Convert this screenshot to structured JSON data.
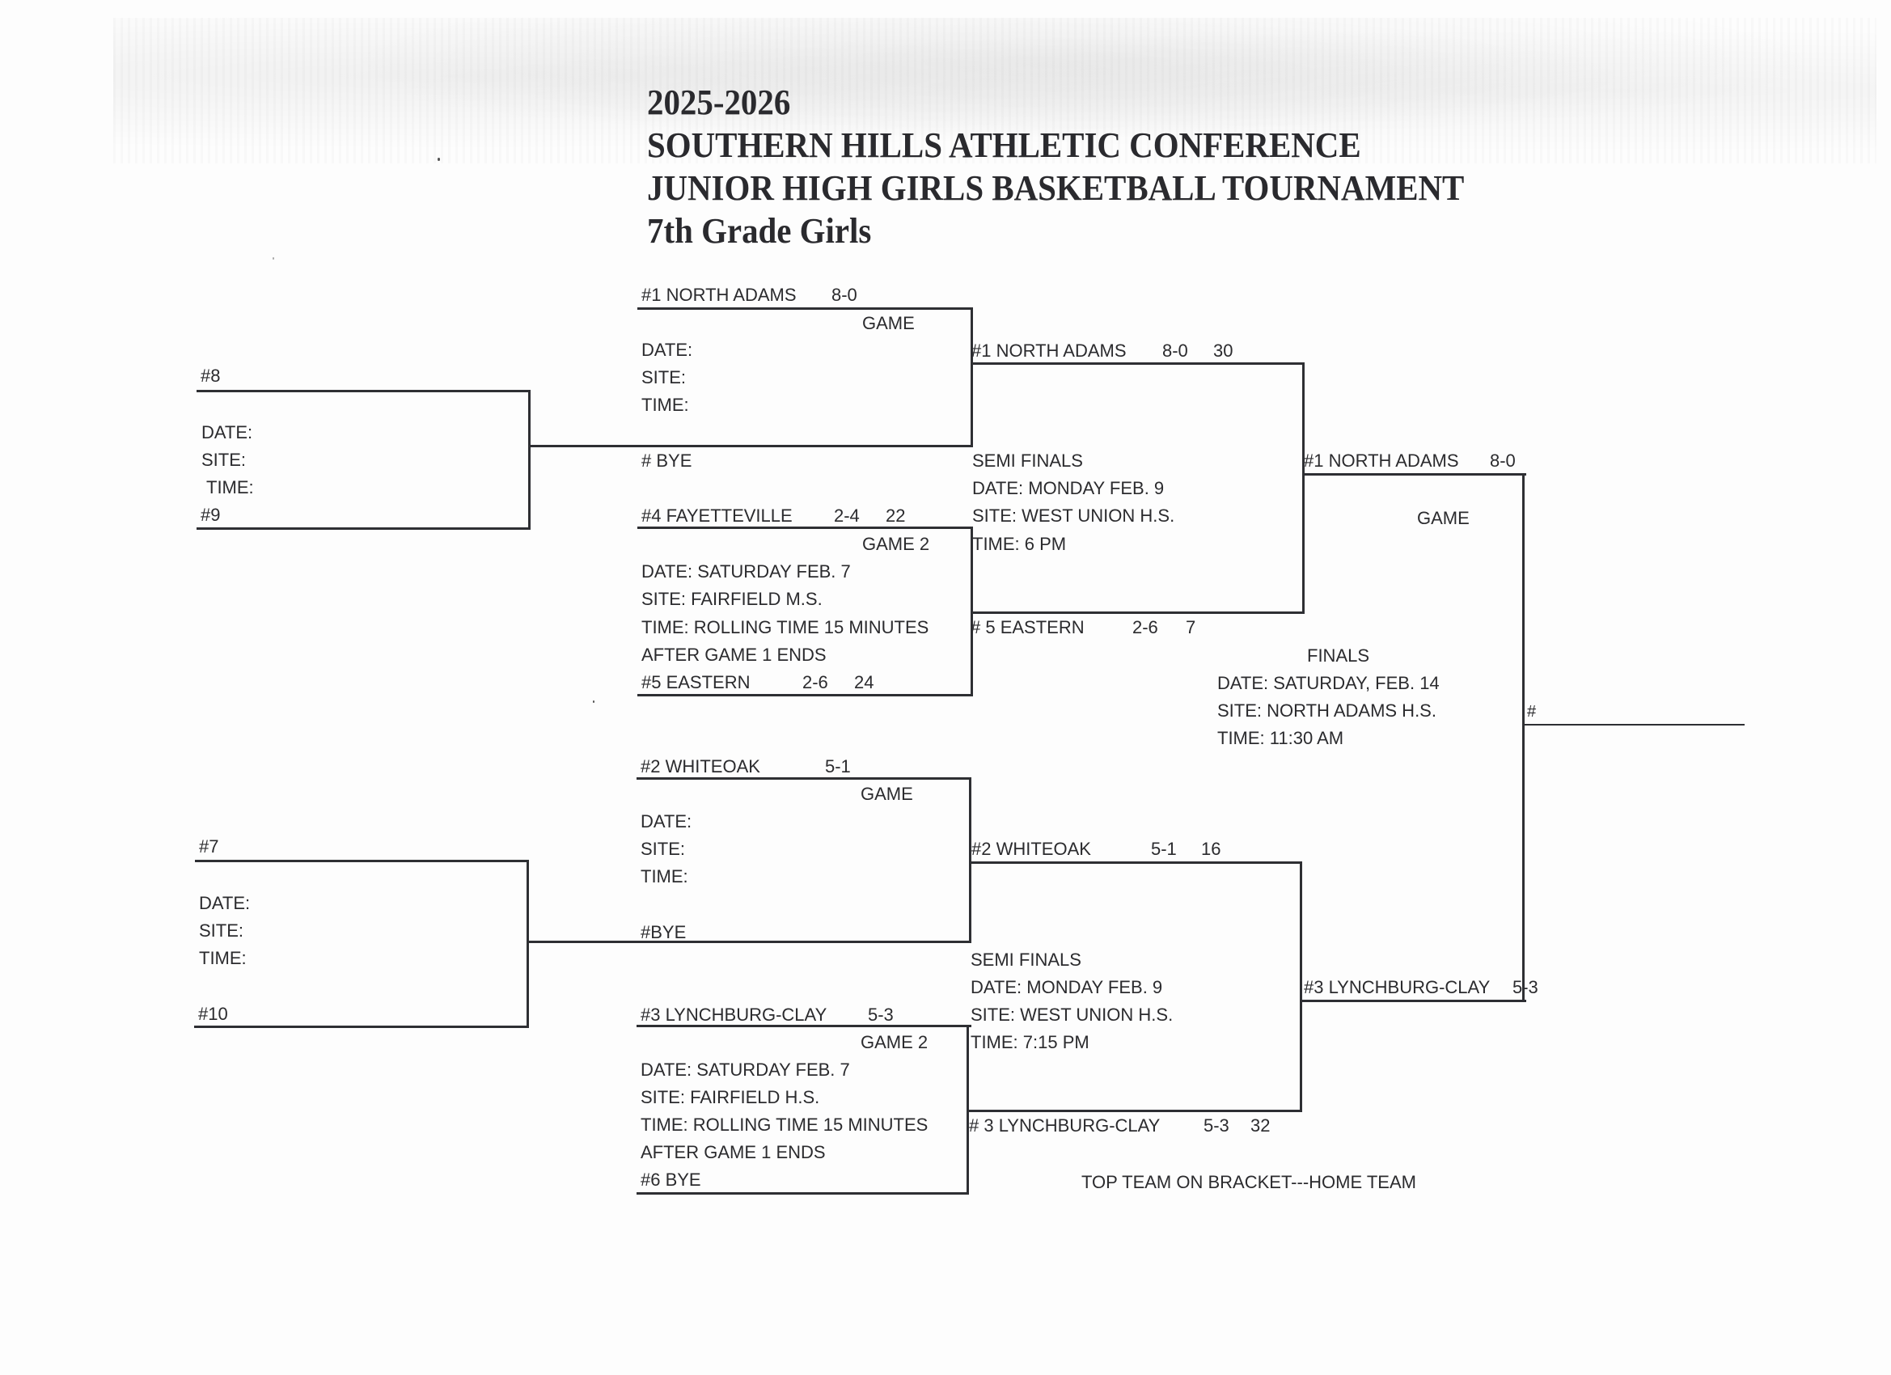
{
  "header": {
    "season": "2025-2026",
    "conference": "SOUTHERN HILLS ATHLETIC CONFERENCE",
    "tournament": "JUNIOR HIGH GIRLS BASKETBALL TOURNAMENT",
    "division": "7th  Grade Girls"
  },
  "first_round": {
    "top": {
      "team_a": "#8",
      "team_b": "#9",
      "date_label": "DATE:",
      "site_label": "SITE:",
      "time_label": "TIME:"
    },
    "bottom": {
      "team_a": "#7",
      "team_b": "#10",
      "date_label": "DATE:",
      "site_label": "SITE:",
      "time_label": "TIME:"
    }
  },
  "quarterfinals": {
    "game_top_1": {
      "team_a": "#1  NORTH ADAMS",
      "team_a_record": "8-0",
      "game_label": "GAME",
      "date": "DATE:",
      "site": "SITE:",
      "time": "TIME:",
      "team_b": "# BYE"
    },
    "game_top_2": {
      "team_a": "#4  FAYETTEVILLE",
      "team_a_record": "2-4",
      "team_a_score": "22",
      "game_label": "GAME 2",
      "date": "DATE: SATURDAY FEB. 7",
      "site": "SITE: FAIRFIELD  M.S.",
      "time": "TIME: ROLLING TIME 15 MINUTES",
      "time_note": "AFTER GAME 1  ENDS",
      "team_b": "#5 EASTERN",
      "team_b_record": "2-6",
      "team_b_score": "24"
    },
    "game_bottom_1": {
      "team_a": "#2    WHITEOAK",
      "team_a_record": "5-1",
      "game_label": "GAME",
      "date": "DATE:",
      "site": "SITE:",
      "time": "TIME:",
      "team_b": "#BYE"
    },
    "game_bottom_2": {
      "team_a": "#3   LYNCHBURG-CLAY",
      "team_a_record": "5-3",
      "game_label": "GAME 2",
      "date": "DATE: SATURDAY FEB. 7",
      "site": "SITE: FAIRFIELD H.S.",
      "time": "TIME: ROLLING TIME 15 MINUTES",
      "time_note": "AFTER GAME 1 ENDS",
      "team_b": "#6 BYE"
    }
  },
  "semifinals": {
    "top": {
      "team_a": "#1  NORTH ADAMS",
      "team_a_record": "8-0",
      "team_a_score": "30",
      "title": "SEMI  FINALS",
      "date": "DATE: MONDAY FEB. 9",
      "site": "SITE: WEST UNION H.S.",
      "time": "TIME: 6 PM",
      "team_b": "# 5 EASTERN",
      "team_b_record": "2-6",
      "team_b_score": "7"
    },
    "bottom": {
      "team_a": "#2  WHITEOAK",
      "team_a_record": "5-1",
      "team_a_score": "16",
      "title": "SEMI FINALS",
      "date": "DATE: MONDAY FEB. 9",
      "site": "SITE: WEST UNION H.S.",
      "time": "TIME: 7:15 PM",
      "team_b": "# 3 LYNCHBURG-CLAY",
      "team_b_record": "5-3",
      "team_b_score": "32"
    }
  },
  "finals": {
    "team_a": "#1 NORTH ADAMS",
    "team_a_record": "8-0",
    "game_label": "GAME",
    "title": "FINALS",
    "date": "DATE: SATURDAY, FEB. 14",
    "site": "SITE:  NORTH ADAMS H.S.",
    "time": "TIME:   11:30 AM",
    "team_b": "#3 LYNCHBURG-CLAY",
    "team_b_record": "5-3",
    "champion": "#"
  },
  "footer_note": "TOP TEAM ON BRACKET---HOME TEAM"
}
